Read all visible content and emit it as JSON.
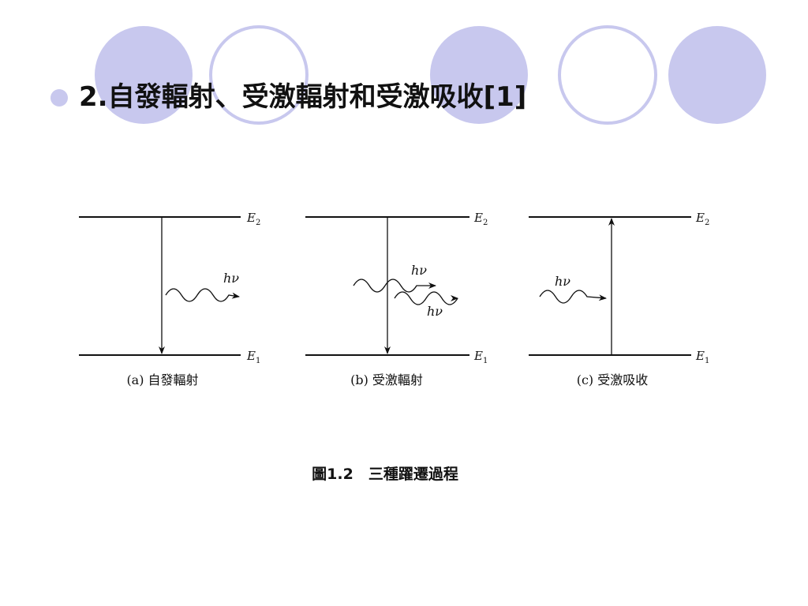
{
  "slide": {
    "title": "2.自發輻射、受激輻射和受激吸收[1]",
    "figure_caption": "圖1.2　三種躍遷過程",
    "colors": {
      "circle_fill": "#c8c8ee",
      "circle_stroke": "#c8c8ee",
      "line": "#111111"
    }
  },
  "panels": [
    {
      "id": "a",
      "caption": "(a) 自發輻射",
      "upper_label": "E",
      "upper_sub": "2",
      "lower_label": "E",
      "lower_sub": "1",
      "photon_labels": [
        "hν"
      ],
      "transition": "downward"
    },
    {
      "id": "b",
      "caption": "(b) 受激輻射",
      "upper_label": "E",
      "upper_sub": "2",
      "lower_label": "E",
      "lower_sub": "1",
      "photon_labels": [
        "hν",
        "hν"
      ],
      "transition": "downward"
    },
    {
      "id": "c",
      "caption": "(c) 受激吸收",
      "upper_label": "E",
      "upper_sub": "2",
      "lower_label": "E",
      "lower_sub": "1",
      "photon_labels": [
        "hν"
      ],
      "transition": "upward"
    }
  ]
}
